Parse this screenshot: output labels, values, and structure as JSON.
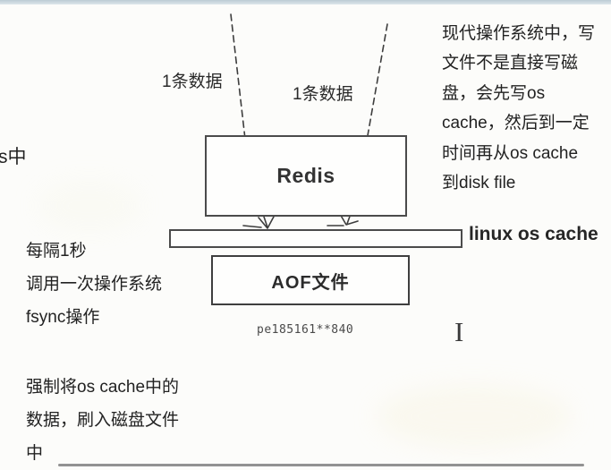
{
  "page": {
    "background": "#fcfcfa",
    "top_bar_color": "#c9d6de",
    "bottom_bar_color": "#6f6f6f"
  },
  "diagram": {
    "redis_box": {
      "label": "Redis"
    },
    "aof_box": {
      "label": "AOF文件"
    },
    "os_cache_bar_label": "linux os cache",
    "arrow_label_left": "1条数据",
    "arrow_label_right": "1条数据",
    "watermark": "pe185161**840",
    "line_color": "#3d3d3d"
  },
  "annotations": {
    "left_partial": "s中",
    "left_block_1": [
      "每隔1秒",
      "调用一次操作系统",
      "fsync操作"
    ],
    "left_block_2": [
      "强制将os cache中的",
      "数据，刷入磁盘文件",
      "中"
    ],
    "right_block": [
      "现代操作系统中，写",
      "文件不是直接写磁",
      "盘，会先写os",
      "cache，然后到一定",
      "时间再从os cache",
      "到disk file"
    ]
  },
  "cursor": {
    "glyph": "I"
  }
}
